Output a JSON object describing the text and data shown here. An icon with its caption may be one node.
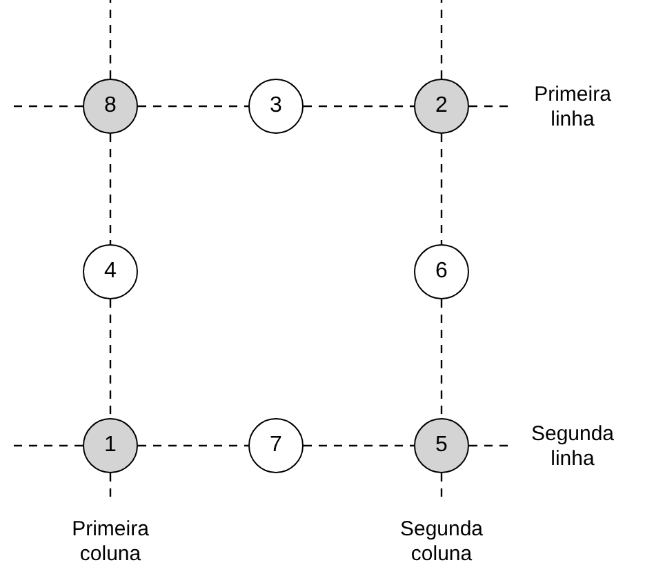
{
  "diagram": {
    "nodes": [
      {
        "text": [
          "8"
        ]
      },
      {
        "text": [
          "3"
        ]
      },
      {
        "text": [
          "2"
        ]
      },
      {
        "text": [
          "4"
        ]
      },
      {
        "text": [
          "6"
        ]
      },
      {
        "text": [
          "1"
        ]
      },
      {
        "text": [
          "7"
        ]
      },
      {
        "text": [
          "5"
        ]
      }
    ],
    "edges": [
      {
        "from": 0,
        "to": 1,
        "arrow": "none"
      },
      {
        "from": 1,
        "to": 2,
        "arrow": "none"
      },
      {
        "from": 0,
        "to": 3,
        "arrow": "none"
      },
      {
        "from": 3,
        "to": 5,
        "arrow": "none"
      },
      {
        "from": 5,
        "to": 6,
        "arrow": "none"
      },
      {
        "from": 6,
        "to": 7,
        "arrow": "none"
      },
      {
        "from": 2,
        "to": 4,
        "arrow": "none"
      },
      {
        "from": 4,
        "to": 7,
        "arrow": "none"
      },
      {
        "from": 0,
        "to": null,
        "arrow": "none"
      },
      {
        "from": 0,
        "to": null,
        "arrow": "none"
      },
      {
        "from": 2,
        "to": null,
        "arrow": "none"
      },
      {
        "from": 2,
        "to": null,
        "arrow": "none"
      },
      {
        "from": 5,
        "to": null,
        "arrow": "none"
      },
      {
        "from": 5,
        "to": null,
        "arrow": "none"
      },
      {
        "from": 7,
        "to": null,
        "arrow": "none"
      },
      {
        "from": 7,
        "to": null,
        "arrow": "none"
      }
    ],
    "labels": [
      "Primeira linha",
      "Segunda linha",
      "Primeira coluna",
      "Segunda coluna"
    ]
  }
}
